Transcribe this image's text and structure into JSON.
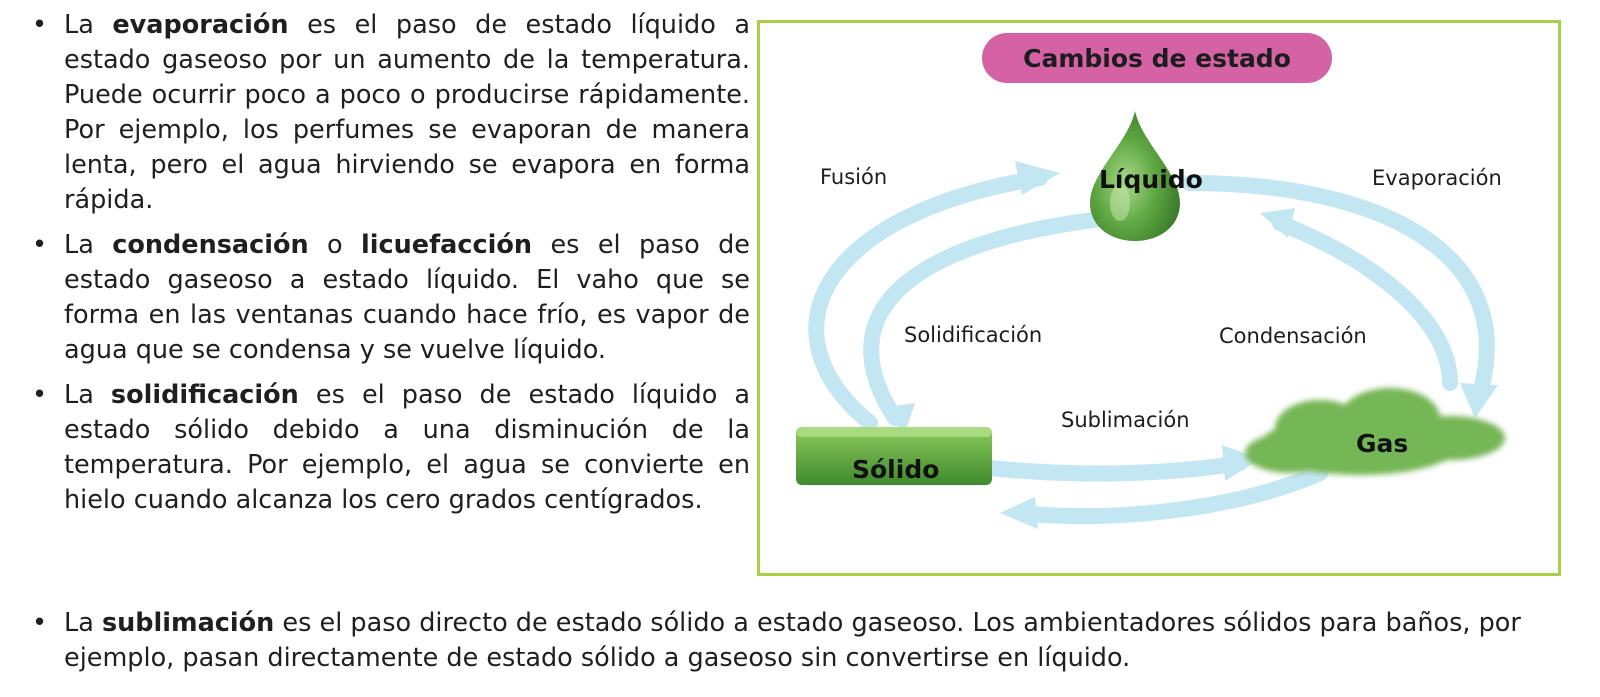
{
  "bullets": [
    {
      "pre": "La ",
      "term": "evaporación",
      "post": " es el paso de estado líquido a estado gaseoso por un aumento de la temperatura. Puede ocurrir poco a poco o producirse rápidamente. Por ejemplo, los perfumes se evaporan de manera lenta, pero el agua hirviendo se evapora en forma rápida."
    },
    {
      "pre": "La ",
      "term": "condensación",
      "mid": " o ",
      "term2": "licuefacción",
      "post": " es el paso de estado gaseoso a estado líquido. El vaho que se forma en las ventanas cuando hace frío, es vapor de agua que se condensa y se vuelve líquido."
    },
    {
      "pre": "La ",
      "term": "solidificación",
      "post": " es el paso de estado líquido a estado sólido debido a una disminución de la temperatura. Por ejemplo, el agua se convierte en hielo cuando alcanza los cero grados centígrados."
    },
    {
      "pre": "La ",
      "term": "sublimación",
      "post": " es el paso directo de estado sólido a estado gaseoso. Los ambientadores sólidos para baños, por ejemplo, pasan directamente de estado sólido a gaseoso sin convertirse en líquido."
    }
  ],
  "diagram": {
    "title": "Cambios de estado",
    "states": {
      "liquid": "Líquido",
      "solid": "Sólido",
      "gas": "Gas"
    },
    "processes": {
      "fusion": "Fusión",
      "evaporation": "Evaporación",
      "solidification": "Solidificación",
      "condensation": "Condensación",
      "sublimation": "Sublimación"
    },
    "colors": {
      "border": "#a8cf45",
      "pill": "#d562a5",
      "arrow": "#bfe4f2",
      "green": "#5da844"
    }
  }
}
